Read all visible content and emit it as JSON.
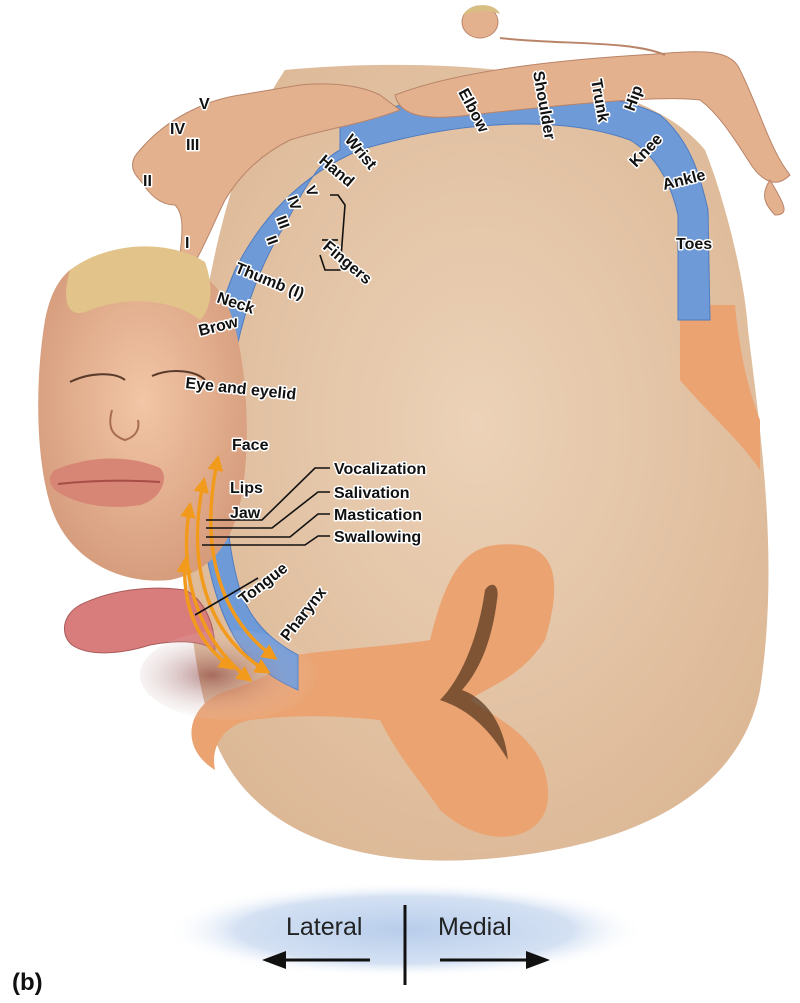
{
  "panel_label": "(b)",
  "body_regions": {
    "hand_fingers": [
      "V",
      "IV",
      "III",
      "II",
      "I"
    ],
    "strip": [
      "Toes",
      "Ankle",
      "Knee",
      "Hip",
      "Trunk",
      "Shoulder",
      "Elbow",
      "Wrist",
      "Hand"
    ],
    "strip_fingers": [
      "V",
      "IV",
      "III",
      "II"
    ],
    "fingers_bracket": "Fingers",
    "lower": [
      "Thumb (I)",
      "Neck",
      "Brow",
      "Eye and eyelid",
      "Face",
      "Lips",
      "Jaw",
      "Tongue",
      "Pharynx"
    ]
  },
  "functions": [
    "Vocalization",
    "Salivation",
    "Mastication",
    "Swallowing"
  ],
  "orientation": {
    "left": "Lateral",
    "right": "Medial"
  },
  "colors": {
    "cortex_band": "#6f9ad8",
    "brain_tissue": "#e8c8ab",
    "white_matter_tract": "#eaa371",
    "arrows": "#f29a1c",
    "skin": "#e4b18f",
    "orientation_glow": "#b8cdeb"
  }
}
